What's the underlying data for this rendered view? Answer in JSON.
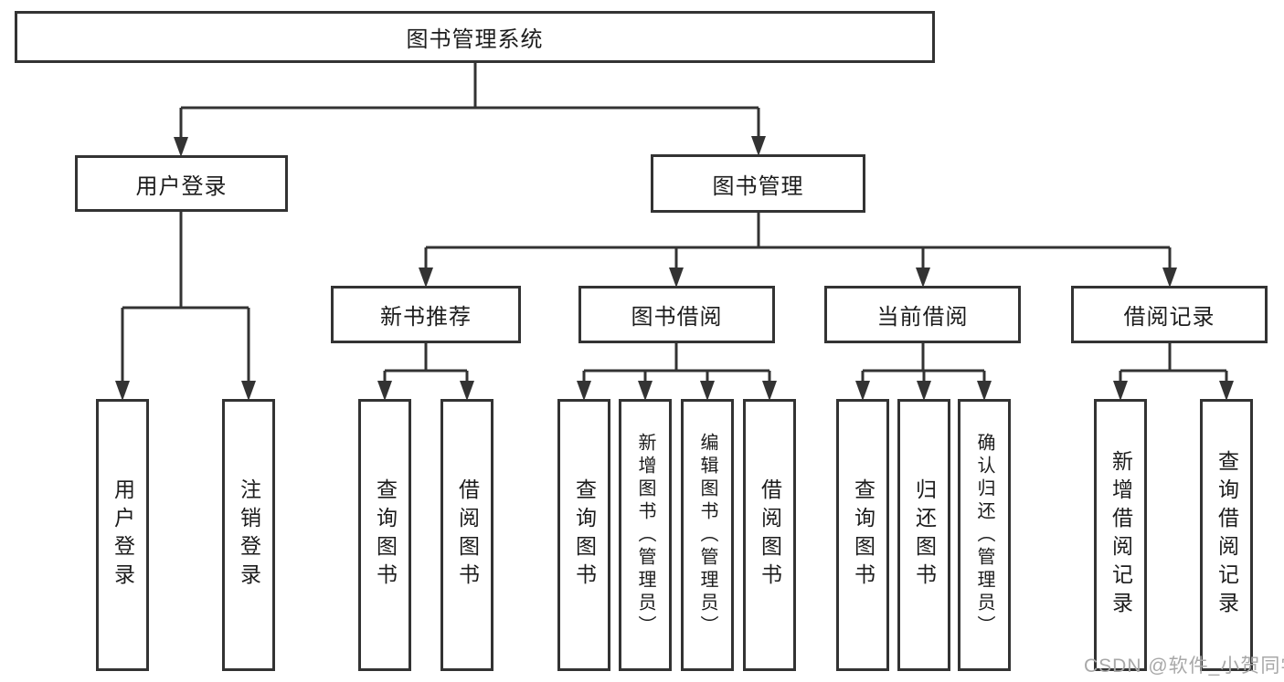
{
  "diagram": {
    "root": {
      "label": "图书管理系统"
    },
    "level2": [
      {
        "label": "用户登录",
        "children": [
          {
            "label": "用户登录"
          },
          {
            "label": "注销登录"
          }
        ]
      },
      {
        "label": "图书管理",
        "modules": [
          {
            "label": "新书推荐",
            "children": [
              {
                "label": "查询图书"
              },
              {
                "label": "借阅图书"
              }
            ]
          },
          {
            "label": "图书借阅",
            "children": [
              {
                "label": "查询图书"
              },
              {
                "label": "新增图书（管理员）"
              },
              {
                "label": "编辑图书（管理员）"
              },
              {
                "label": "借阅图书"
              }
            ]
          },
          {
            "label": "当前借阅",
            "children": [
              {
                "label": "查询图书"
              },
              {
                "label": "归还图书"
              },
              {
                "label": "确认归还（管理员）"
              }
            ]
          },
          {
            "label": "借阅记录",
            "children": [
              {
                "label": "新增借阅记录"
              },
              {
                "label": "查询借阅记录"
              }
            ]
          }
        ]
      }
    ]
  },
  "watermark": {
    "text": "CSDN @软件_小贺同学"
  },
  "colors": {
    "line": "#333333",
    "text": "#1c1c1c",
    "watermark": "#a8a8a8",
    "background": "#ffffff"
  }
}
